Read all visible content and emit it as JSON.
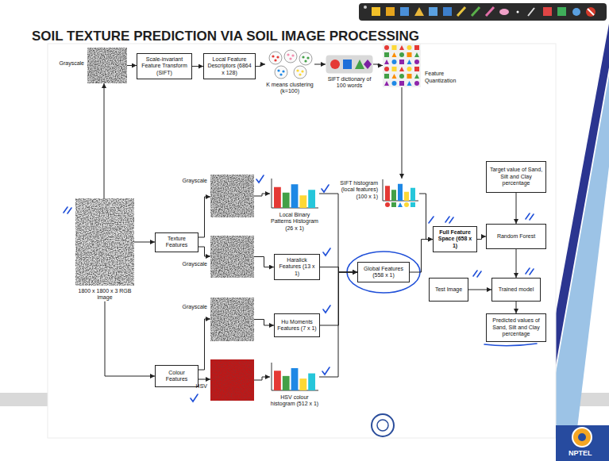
{
  "diagram": {
    "title": "SOIL TEXTURE PREDICTION VIA SOIL IMAGE PROCESSING",
    "nodes": [
      {
        "text": [
          "Grayscale"
        ]
      },
      {
        "text": [
          "Scale-invariant Feature Transform (SIFT)"
        ]
      },
      {
        "text": [
          "Local Feature Descriptors (6864 x 128)"
        ]
      },
      {
        "text": [
          "K means clustering (k=100)"
        ]
      },
      {
        "text": [
          "SIFT dictionary of 100 words"
        ]
      },
      {
        "text": [
          "Feature Quantization"
        ]
      },
      {
        "text": [
          "1800 x 1800 x 3 RGB image"
        ]
      },
      {
        "text": [
          "Texture Features"
        ]
      },
      {
        "text": [
          "Grayscale"
        ]
      },
      {
        "text": [
          "Local Binary Patterns Histogram (26 x 1)"
        ]
      },
      {
        "text": [
          "Grayscale"
        ]
      },
      {
        "text": [
          "Haralick Features (13 x 1)"
        ]
      },
      {
        "text": [
          "SIFT histogram (local features) (100 x 1)"
        ]
      },
      {
        "text": [
          "Global Features (558 x 1)"
        ]
      },
      {
        "text": [
          "Full Feature Space (658 x 1)"
        ]
      },
      {
        "text": [
          "Target value of Sand, Silt and Clay percentage"
        ]
      },
      {
        "text": [
          "Random Forest"
        ]
      },
      {
        "text": [
          "Test Image"
        ]
      },
      {
        "text": [
          "Trained model"
        ]
      },
      {
        "text": [
          "Predicted values of Sand, Silt and Clay percentage"
        ]
      },
      {
        "text": [
          "Colour Features"
        ]
      },
      {
        "text": [
          "Grayscale"
        ]
      },
      {
        "text": [
          "Hu Moments Features (7 x 1)"
        ]
      },
      {
        "text": [
          "HSV"
        ]
      },
      {
        "text": [
          "HSV colour histogram (512 x 1)"
        ]
      }
    ],
    "edges": [
      {
        "from": 6,
        "to": 0,
        "arrow": "to"
      },
      {
        "from": 0,
        "to": 1,
        "arrow": "to"
      },
      {
        "from": 1,
        "to": 2,
        "arrow": "to"
      },
      {
        "from": 2,
        "to": 3,
        "arrow": "to"
      },
      {
        "from": 3,
        "to": 4,
        "arrow": "to"
      },
      {
        "from": 4,
        "to": 5,
        "arrow": "to"
      },
      {
        "from": 5,
        "to": 12,
        "arrow": "to"
      },
      {
        "from": 6,
        "to": 7,
        "arrow": "to"
      },
      {
        "from": 6,
        "to": 20,
        "arrow": "to"
      },
      {
        "from": 7,
        "to": 8,
        "arrow": "to"
      },
      {
        "from": 7,
        "to": 10,
        "arrow": "to"
      },
      {
        "from": 8,
        "to": 9,
        "arrow": "to"
      },
      {
        "from": 10,
        "to": 11,
        "arrow": "to"
      },
      {
        "from": 9,
        "to": 13,
        "arrow": "to"
      },
      {
        "from": 11,
        "to": 13,
        "arrow": "to"
      },
      {
        "from": 22,
        "to": 13,
        "arrow": "to"
      },
      {
        "from": 24,
        "to": 13,
        "arrow": "to"
      },
      {
        "from": 12,
        "to": 14,
        "arrow": "to"
      },
      {
        "from": 13,
        "to": 14,
        "arrow": "to"
      },
      {
        "from": 14,
        "to": 16,
        "arrow": "to"
      },
      {
        "from": 15,
        "to": 16,
        "arrow": "to"
      },
      {
        "from": 16,
        "to": 18,
        "arrow": "to"
      },
      {
        "from": 17,
        "to": 18,
        "arrow": "to"
      },
      {
        "from": 18,
        "to": 19,
        "arrow": "to"
      },
      {
        "from": 20,
        "to": 21,
        "arrow": "to"
      },
      {
        "from": 20,
        "to": 23,
        "arrow": "to"
      },
      {
        "from": 21,
        "to": 22,
        "arrow": "to"
      },
      {
        "from": 23,
        "to": 24,
        "arrow": "to"
      }
    ],
    "labels": [
      "NPTEL"
    ]
  }
}
